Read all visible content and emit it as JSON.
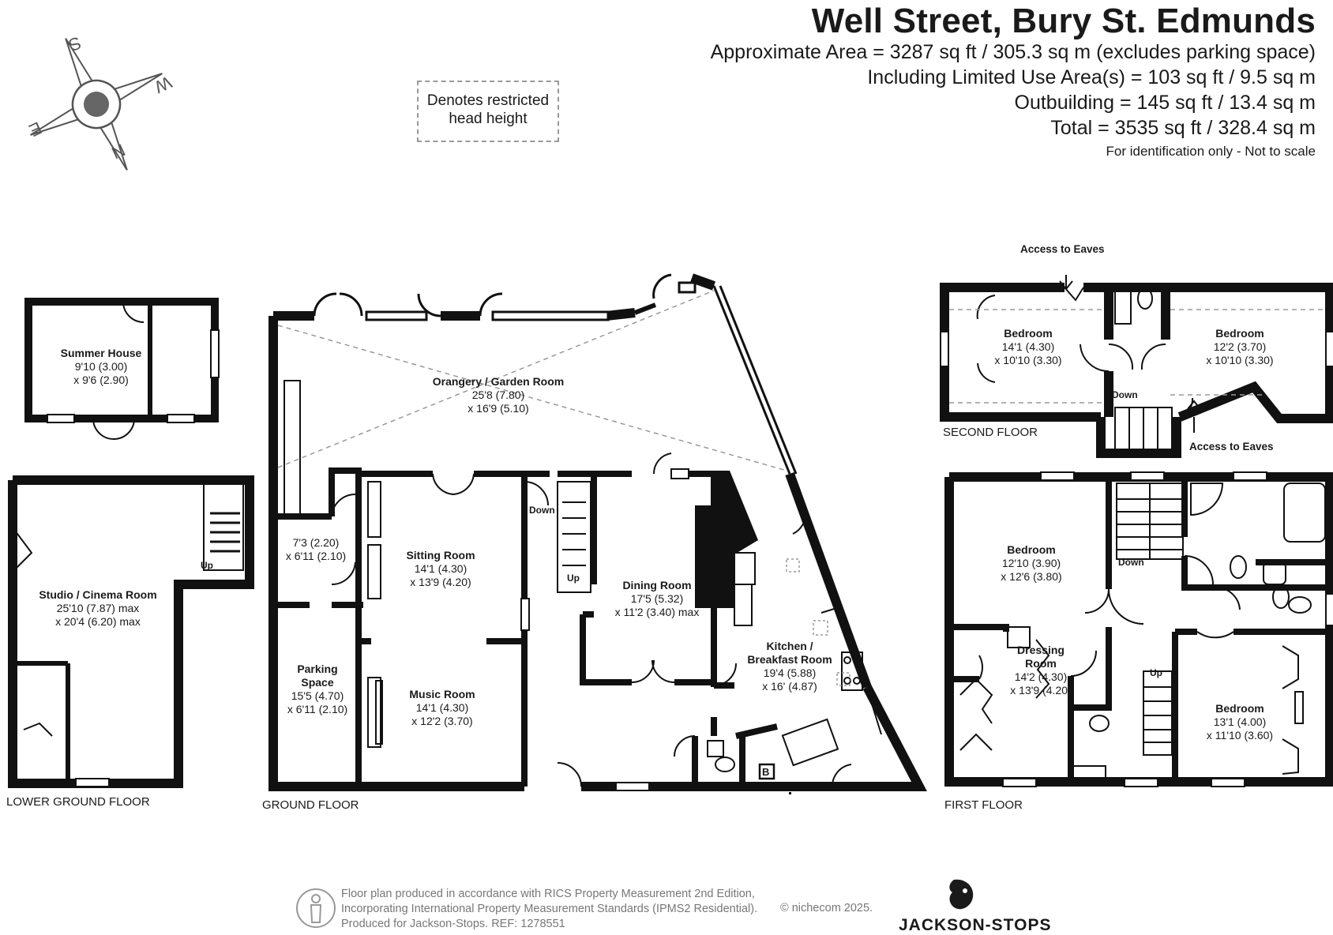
{
  "header": {
    "title": "Well Street, Bury St. Edmunds",
    "area_lines": [
      "Approximate Area = 3287 sq ft / 305.3 sq m (excludes parking space)",
      "Including Limited Use Area(s) = 103 sq ft / 9.5 sq m",
      "Outbuilding = 145 sq ft / 13.4 sq m",
      "Total = 3535 sq ft / 328.4 sq m"
    ],
    "note": "For identification only - Not to scale"
  },
  "legend": {
    "line1": "Denotes restricted",
    "line2": "head height"
  },
  "compass": {
    "n": "N",
    "s": "S",
    "e": "E",
    "w": "W"
  },
  "floors": {
    "lower_ground": "LOWER GROUND FLOOR",
    "ground": "GROUND FLOOR",
    "first": "FIRST FLOOR",
    "second": "SECOND FLOOR"
  },
  "rooms": {
    "summer_house": [
      "Summer House",
      "9'10 (3.00)",
      "x 9'6 (2.90)"
    ],
    "studio": [
      "Studio / Cinema Room",
      "25'10 (7.87) max",
      "x 20'4 (6.20) max"
    ],
    "orangery": [
      "Orangery / Garden Room",
      "25'8 (7.80)",
      "x 16'9 (5.10)"
    ],
    "hall": [
      "7'3 (2.20)",
      "x 6'11 (2.10)"
    ],
    "parking": [
      "Parking",
      "Space",
      "15'5 (4.70)",
      "x 6'11 (2.10)"
    ],
    "sitting": [
      "Sitting Room",
      "14'1 (4.30)",
      "x 13'9 (4.20)"
    ],
    "music": [
      "Music Room",
      "14'1 (4.30)",
      "x 12'2 (3.70)"
    ],
    "dining": [
      "Dining Room",
      "17'5 (5.32)",
      "x 11'2 (3.40) max"
    ],
    "kitchen": [
      "Kitchen /",
      "Breakfast Room",
      "19'4 (5.88)",
      "x 16' (4.87)"
    ],
    "bed_2f_left": [
      "Bedroom",
      "14'1 (4.30)",
      "x 10'10 (3.30)"
    ],
    "bed_2f_right": [
      "Bedroom",
      "12'2 (3.70)",
      "x 10'10 (3.30)"
    ],
    "bed_1f_left": [
      "Bedroom",
      "12'10 (3.90)",
      "x 12'6 (3.80)"
    ],
    "dressing": [
      "Dressing",
      "Room",
      "14'2 (4.30)",
      "x 13'9 (4.20)"
    ],
    "bed_1f_right": [
      "Bedroom",
      "13'1 (4.00)",
      "x 11'10 (3.60)"
    ]
  },
  "labels": {
    "up": "Up",
    "down": "Down",
    "access_eaves": "Access to Eaves",
    "boiler": "B"
  },
  "footer": {
    "line1": "Floor plan produced in accordance with RICS Property Measurement 2nd Edition,",
    "line2": "Incorporating International Property Measurement Standards (IPMS2 Residential).",
    "line3": "Produced for Jackson-Stops.   REF: 1278551",
    "copyright": "© nichecom 2025.",
    "brand": "JACKSON-STOPS"
  }
}
